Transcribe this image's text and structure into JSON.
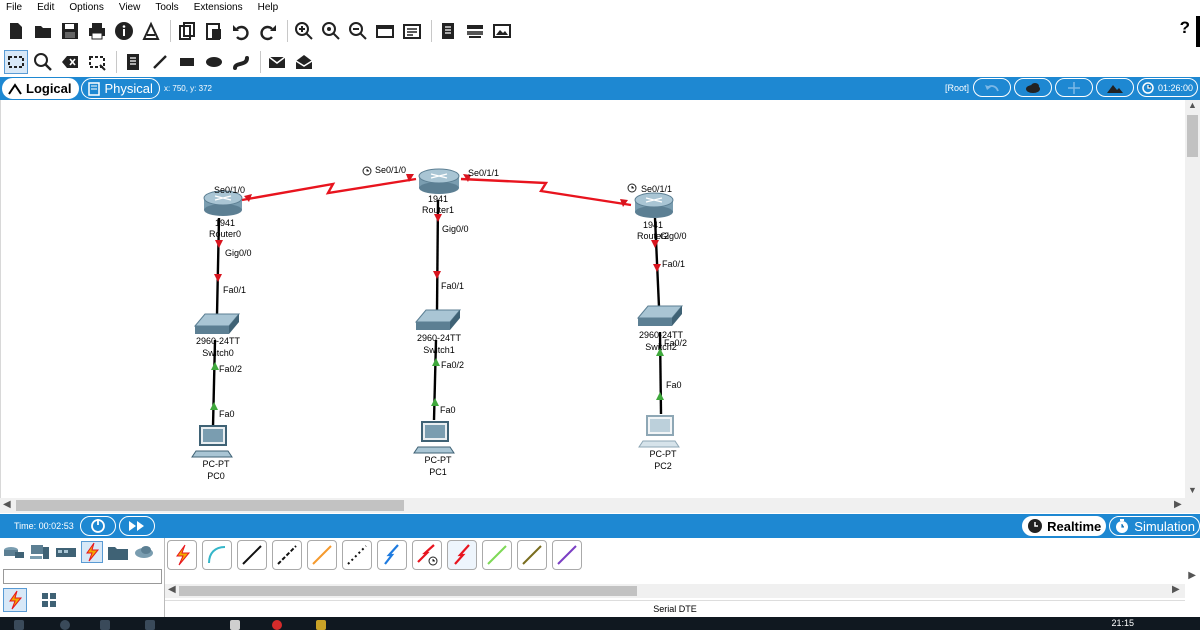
{
  "menu": [
    "File",
    "Edit",
    "Options",
    "View",
    "Tools",
    "Extensions",
    "Help"
  ],
  "toolbar": {
    "help": "?",
    "main_icons": [
      "new-icon",
      "open-icon",
      "save-icon",
      "print-icon",
      "info-icon",
      "wizard-icon",
      "copy-icon",
      "paste-icon",
      "undo-icon",
      "redo-icon",
      "zoom-in-icon",
      "zoom-reset-icon",
      "zoom-out-icon",
      "drawing-palette-icon",
      "custom-device-icon",
      "notes-icon",
      "device-template-icon",
      "viewport-icon"
    ],
    "tool_icons": [
      "select-icon",
      "inspect-icon",
      "delete-icon",
      "resize-icon",
      "note-icon",
      "line-icon",
      "rectangle-icon",
      "ellipse-icon",
      "freeform-icon",
      "simple-pdu-icon",
      "complex-pdu-icon"
    ]
  },
  "modebar": {
    "logical": "Logical",
    "physical": "Physical",
    "coords": "x: 750, y: 372",
    "root": "[Root]",
    "clock": "01:26:00"
  },
  "topology": {
    "devices": [
      {
        "id": "router0",
        "model": "1941",
        "name": "Router0"
      },
      {
        "id": "router1",
        "model": "1941",
        "name": "Router1"
      },
      {
        "id": "router2",
        "model": "1941",
        "name": "Router2"
      },
      {
        "id": "switch0",
        "model": "2960-24TT",
        "name": "Switch0"
      },
      {
        "id": "switch1",
        "model": "2960-24TT",
        "name": "Switch1"
      },
      {
        "id": "switch2",
        "model": "2960-24TT",
        "name": "Switch2"
      },
      {
        "id": "pc0",
        "model": "PC-PT",
        "name": "PC0"
      },
      {
        "id": "pc1",
        "model": "PC-PT",
        "name": "PC1"
      },
      {
        "id": "pc2",
        "model": "PC-PT",
        "name": "PC2"
      }
    ],
    "ports": {
      "r0_se": "Se0/1/0",
      "r1_se0": "Se0/1/0",
      "r1_se1": "Se0/1/1",
      "r2_se": "Se0/1/1",
      "r0_gig": "Gig0/0",
      "r1_gig": "Gig0/0",
      "r2_gig": "Gig0/0",
      "s0_fa1": "Fa0/1",
      "s1_fa1": "Fa0/1",
      "s2_fa1": "Fa0/1",
      "s0_fa2": "Fa0/2",
      "s1_fa2": "Fa0/2",
      "s2_fa2": "Fa0/2",
      "pc0_fa": "Fa0",
      "pc1_fa": "Fa0",
      "pc2_fa": "Fa0"
    }
  },
  "simbar": {
    "time": "Time: 00:02:53",
    "realtime": "Realtime",
    "simulation": "Simulation"
  },
  "connections": {
    "selected_name": "Serial DTE",
    "types": [
      "automatic-icon",
      "console-icon",
      "copper-straight-icon",
      "copper-cross-icon",
      "fiber-icon",
      "phone-icon",
      "coaxial-icon",
      "serial-dce-icon",
      "serial-dte-icon",
      "octal-icon",
      "iot-custom-icon",
      "usb-icon"
    ]
  },
  "taskbar": {
    "clock": "21:15"
  },
  "colors": {
    "accent": "#1e88d2",
    "serial_link": "#e8141e",
    "link_up": "#3fa83c",
    "link_down": "#d8141e"
  }
}
